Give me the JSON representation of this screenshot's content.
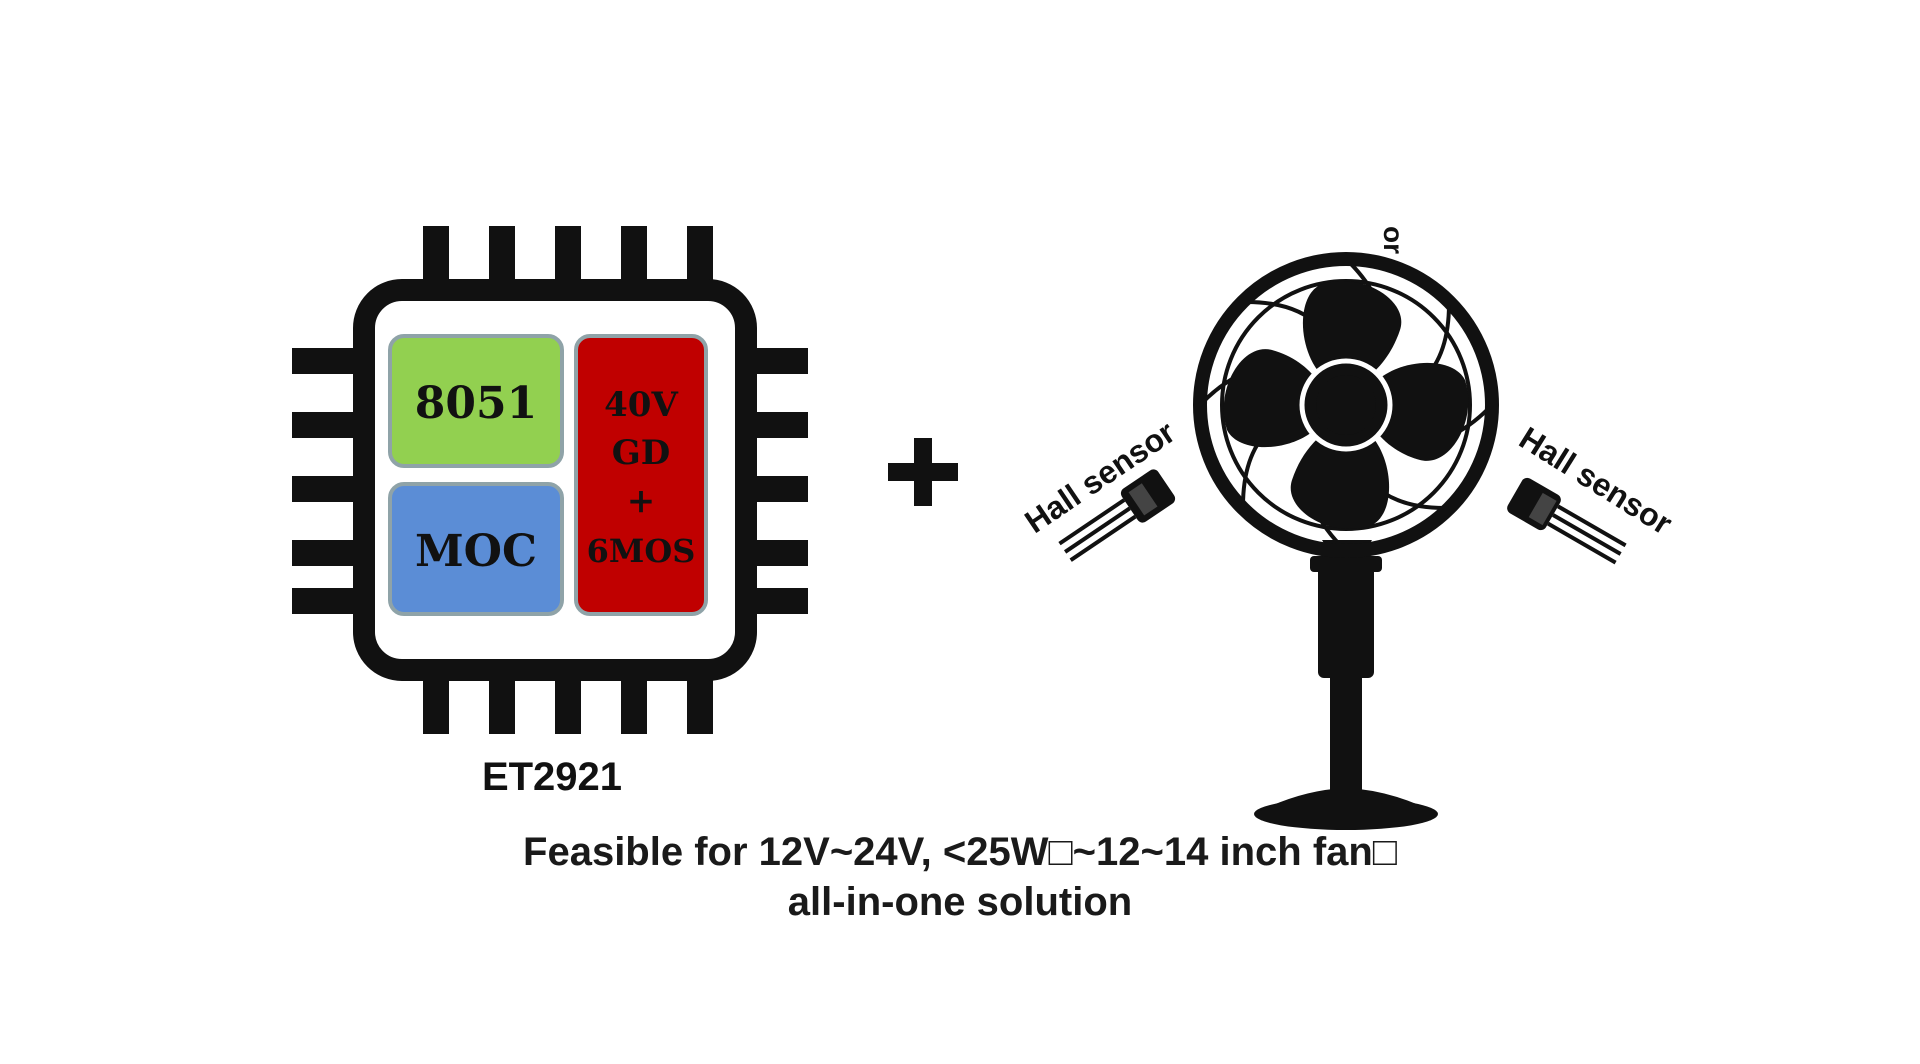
{
  "chip": {
    "name": "ET2921",
    "blocks": {
      "mcu": "8051",
      "moc": "MOC",
      "driver_lines": [
        "40V",
        "GD",
        "+",
        "6MOS"
      ]
    },
    "colors": {
      "mcu": "#92d050",
      "moc": "#5b8dd6",
      "driver": "#c00000"
    }
  },
  "plus_symbol": "+",
  "fan": {
    "sensor_left": "Hall sensor",
    "sensor_right": "Hall sensor",
    "or_label": "or"
  },
  "caption": {
    "line1": "Feasible for 12V~24V, <25W□~12~14 inch fan□",
    "line2": "all-in-one solution"
  }
}
